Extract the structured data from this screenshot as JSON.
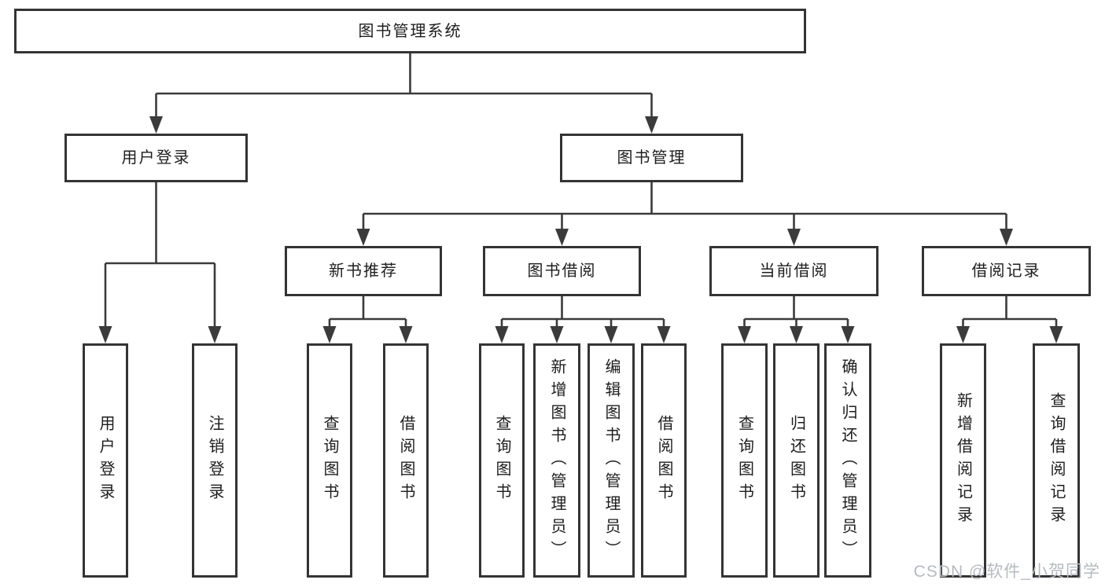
{
  "nodes": {
    "root": "图书管理系统",
    "user_login": "用户登录",
    "book_management": "图书管理",
    "new_book_recommend": "新书推荐",
    "book_borrow": "图书借阅",
    "current_borrow": "当前借阅",
    "borrow_record": "借阅记录",
    "leaf_user_login": "用户登录",
    "leaf_logout_login": "注销登录",
    "nbr_query_book": "查询图书",
    "nbr_borrow_book": "借阅图书",
    "bb_query_book": "查询图书",
    "bb_add_book_admin": "新增图书（管理员）",
    "bb_edit_book_admin": "编辑图书（管理员）",
    "bb_borrow_book": "借阅图书",
    "cb_query_book": "查询图书",
    "cb_return_book": "归还图书",
    "cb_confirm_return_admin": "确认归还（管理员）",
    "br_add_record": "新增借阅记录",
    "br_query_record": "查询借阅记录"
  },
  "watermark": "CSDN @软件_小贺同学",
  "colors": {
    "line": "#3b3b3b",
    "border": "#343434",
    "text": "#1d1d1d",
    "watermark": "#b6bac0"
  }
}
